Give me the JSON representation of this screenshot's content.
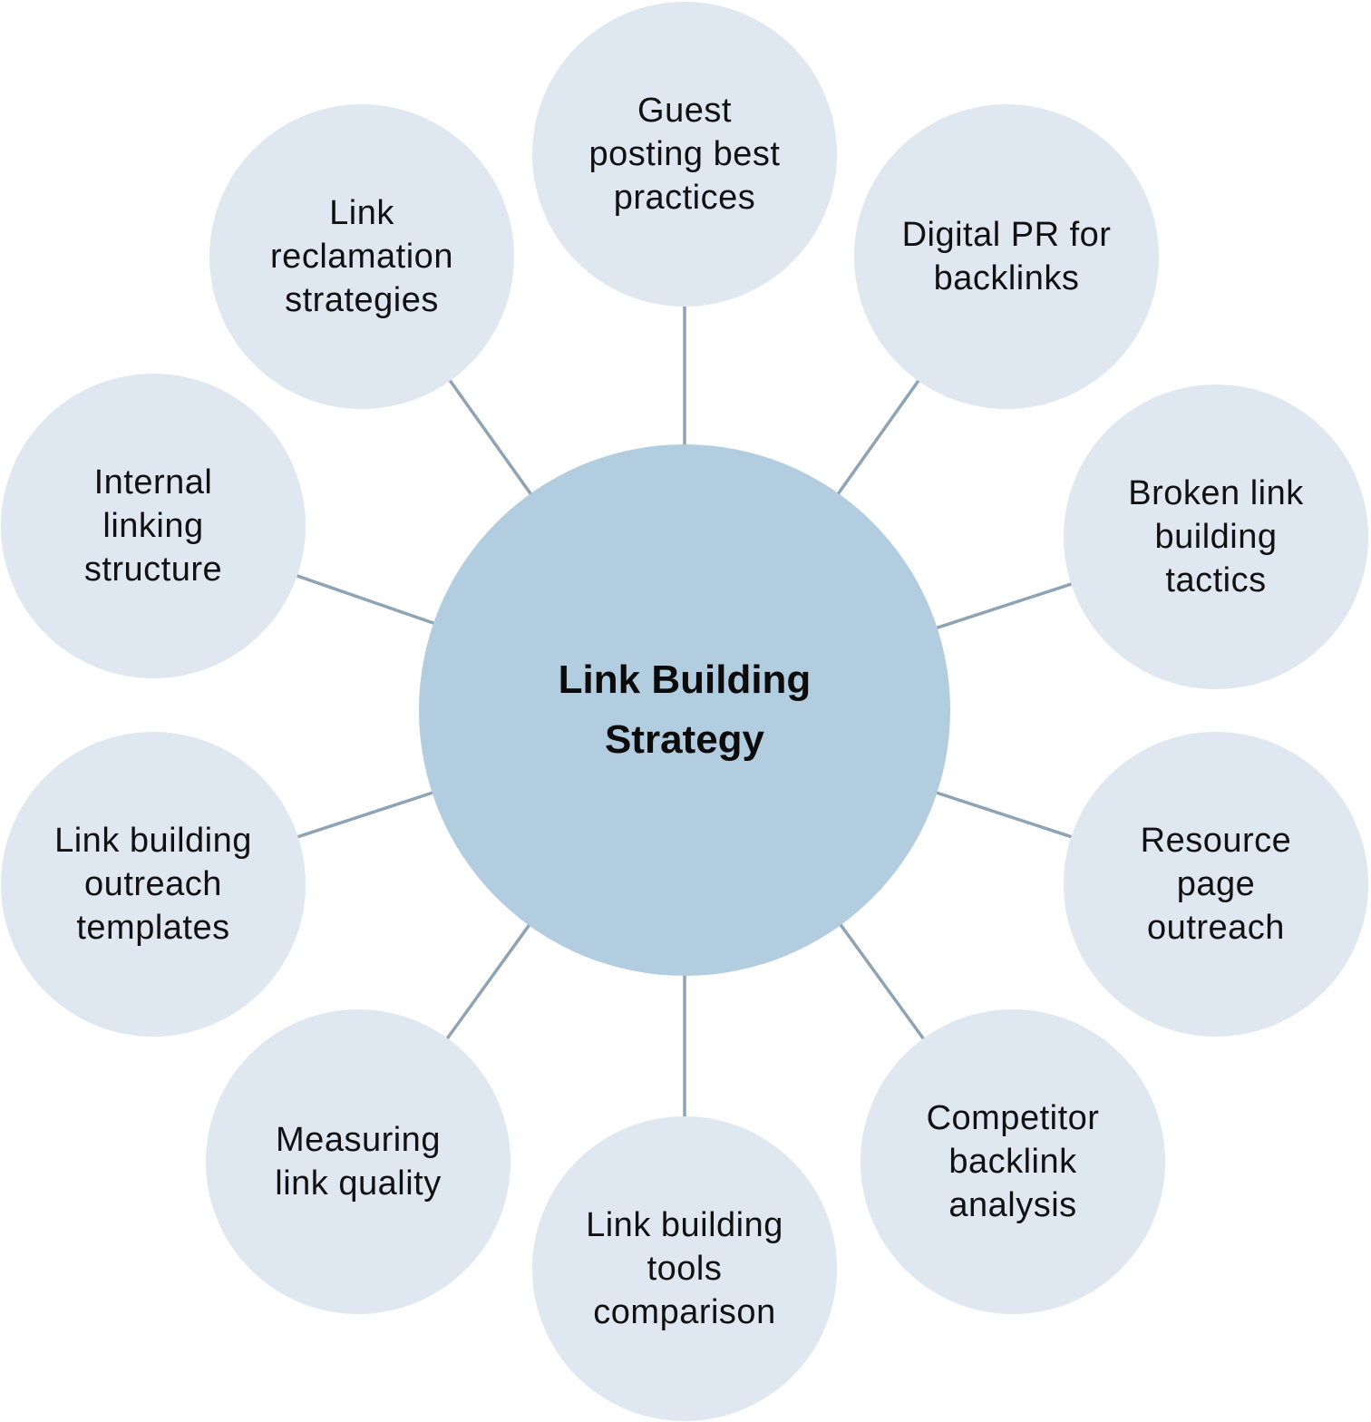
{
  "diagram": {
    "type": "hub-and-spoke",
    "center": {
      "label": "Link Building Strategy",
      "lines": [
        "Link Building",
        "Strategy"
      ]
    },
    "colors": {
      "center_fill": "#b3cde0",
      "node_fill": "#dfe7f0",
      "edge": "#8ea3b3",
      "text": "#111111"
    },
    "nodes": [
      {
        "id": "guest-posting",
        "lines": [
          "Guest",
          "posting best",
          "practices"
        ]
      },
      {
        "id": "digital-pr",
        "lines": [
          "Digital PR for",
          "backlinks"
        ]
      },
      {
        "id": "broken-link",
        "lines": [
          "Broken link",
          "building",
          "tactics"
        ]
      },
      {
        "id": "resource-page",
        "lines": [
          "Resource",
          "page",
          "outreach"
        ]
      },
      {
        "id": "competitor-backlink",
        "lines": [
          "Competitor",
          "backlink",
          "analysis"
        ]
      },
      {
        "id": "tools-comparison",
        "lines": [
          "Link building",
          "tools",
          "comparison"
        ]
      },
      {
        "id": "measuring-quality",
        "lines": [
          "Measuring",
          "link quality"
        ]
      },
      {
        "id": "outreach-templates",
        "lines": [
          "Link building",
          "outreach",
          "templates"
        ]
      },
      {
        "id": "internal-linking",
        "lines": [
          "Internal",
          "linking",
          "structure"
        ]
      },
      {
        "id": "link-reclamation",
        "lines": [
          "Link",
          "reclamation",
          "strategies"
        ]
      }
    ]
  }
}
